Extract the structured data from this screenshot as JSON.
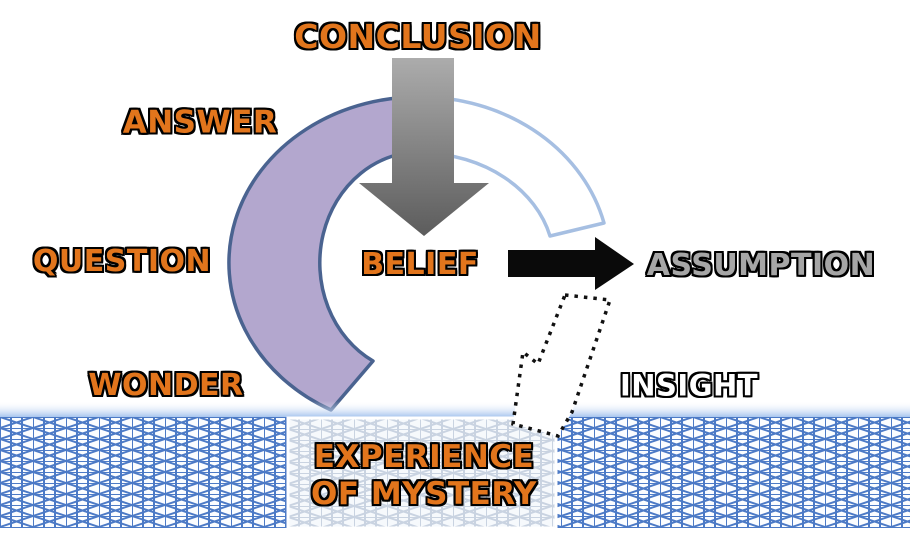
{
  "diagram": {
    "labels": {
      "conclusion": "CONCLUSION",
      "answer": "ANSWER",
      "question": "QUESTION",
      "wonder": "WONDER",
      "belief": "BELIEF",
      "assumption": "ASSUMPTION",
      "insight": "INSIGHT",
      "experience_line1": "EXPERIENCE",
      "experience_line2": "OF MYSTERY"
    },
    "nodes": [
      {
        "id": "wonder",
        "label": "WONDER",
        "style": "orange-outlined"
      },
      {
        "id": "question",
        "label": "QUESTION",
        "style": "orange-outlined"
      },
      {
        "id": "answer",
        "label": "ANSWER",
        "style": "orange-outlined"
      },
      {
        "id": "conclusion",
        "label": "CONCLUSION",
        "style": "orange-outlined"
      },
      {
        "id": "belief",
        "label": "BELIEF",
        "style": "orange-outlined"
      },
      {
        "id": "assumption",
        "label": "ASSUMPTION",
        "style": "gray-outlined"
      },
      {
        "id": "insight",
        "label": "INSIGHT",
        "style": "white-outlined"
      },
      {
        "id": "experience-of-mystery",
        "label": "EXPERIENCE OF MYSTERY",
        "style": "orange-outlined"
      }
    ],
    "arrows": [
      {
        "from": "wonder",
        "to": "conclusion",
        "shape": "purple-circular-arc",
        "via": [
          "question",
          "answer"
        ]
      },
      {
        "from": "conclusion",
        "to": "belief",
        "shape": "gray-down-arrow"
      },
      {
        "from": "belief",
        "to": "assumption",
        "shape": "black-right-arrow"
      },
      {
        "from": "assumption",
        "to": "experience-of-mystery",
        "shape": "dotted-down-left-arrow",
        "label": "INSIGHT"
      },
      {
        "shape": "open-white-arc",
        "note": "outlined continuation of cycle from top toward assumption"
      }
    ],
    "ground": {
      "description": "cross-hatched lattice band across bottom",
      "highlight_panel": "lighter hatch rectangle behind EXPERIENCE OF MYSTERY"
    },
    "colors": {
      "label_orange": "#E2751C",
      "label_gray": "#A6A6A6",
      "label_white": "#FFFFFF",
      "label_outline": "#000000",
      "ring_fill": "#B3A7CE",
      "ring_outline": "#4A6390",
      "open_arc_outline": "#A6BFE2",
      "gray_arrow_top": "#ACACAC",
      "gray_arrow_bottom": "#5C5C5C",
      "black_arrow": "#0A0A0A",
      "hatch_blue": "#4C7AC6",
      "hatch_light": "#C9D3E1",
      "ground_edge_blue": "#96B9EB"
    }
  }
}
